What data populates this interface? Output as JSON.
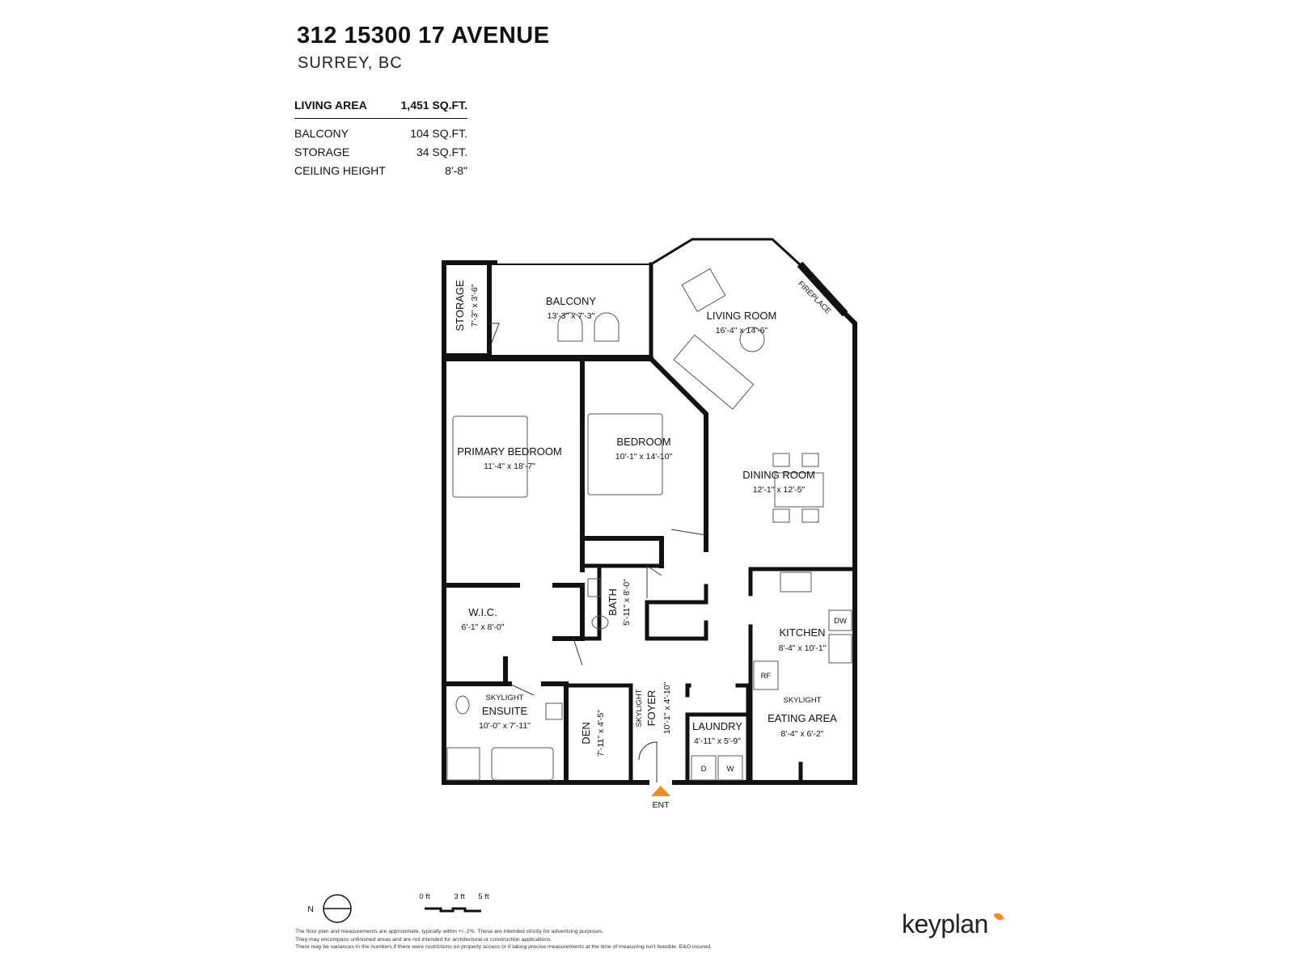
{
  "header": {
    "address": "312 15300 17 AVENUE",
    "city": "SURREY, BC"
  },
  "areas": {
    "living_label": "LIVING AREA",
    "living_value": "1,451 SQ.FT.",
    "rows": [
      {
        "label": "BALCONY",
        "value": "104 SQ.FT."
      },
      {
        "label": "STORAGE",
        "value": "34 SQ.FT."
      },
      {
        "label": "CEILING HEIGHT",
        "value": "8'-8\""
      }
    ]
  },
  "rooms": {
    "storage": {
      "name": "STORAGE",
      "dim": "7'-3\"  x  3'-6\""
    },
    "balcony": {
      "name": "BALCONY",
      "dim": "13'-3\"  x  7'-3\""
    },
    "living": {
      "name": "LIVING ROOM",
      "dim": "16'-4\"  x  14'-6\""
    },
    "fireplace": "FIREPLACE",
    "primary": {
      "name": "PRIMARY BEDROOM",
      "dim": "11'-4\"  x  18'-7\""
    },
    "bedroom": {
      "name": "BEDROOM",
      "dim": "10'-1\"  x 14'-10\""
    },
    "dining": {
      "name": "DINING ROOM",
      "dim": "12'-1\"  x  12'-5\""
    },
    "wic": {
      "name": "W.I.C.",
      "dim": "6'-1\" x 8'-0\""
    },
    "bath": {
      "name": "BATH",
      "dim": "5'-11\" x 8'-0\""
    },
    "kitchen": {
      "name": "KITCHEN",
      "dim": "8'-4\"  x  10'-1\""
    },
    "ensuite": {
      "name": "ENSUITE",
      "skylight": "SKYLIGHT",
      "dim": "10'-0\"  x  7'-11\""
    },
    "den": {
      "name": "DEN",
      "dim": "7'-11\"  x  4'-5\""
    },
    "foyer": {
      "name": "FOYER",
      "skylight": "SKYLIGHT",
      "dim": "10'-1\"  x  4'-10\""
    },
    "laundry": {
      "name": "LAUNDRY",
      "dim": "4'-11\" x  5'-9\""
    },
    "eating": {
      "name": "EATING AREA",
      "skylight": "SKYLIGHT",
      "dim": "8'-4\"  x  6'-2\""
    }
  },
  "appliances": {
    "dw": "DW",
    "rf": "RF",
    "dryer": "D",
    "washer": "W"
  },
  "entrance": "ENT",
  "compass": "N",
  "scale": {
    "zero": "0 ft",
    "three": "3 ft",
    "five": "5 ft"
  },
  "disclaimer": [
    "The floor plan and measurements are approximate, typically within +/- 2%. These are intended strictly for advertising purposes.",
    "They may encompass unfinished areas and are not intended for architectural or construction applications.",
    "There may be variances in the numbers if there were restrictions on property access or if taking precise measurements at the time of measuring isn't feasible. E&O insured."
  ],
  "brand": "keyplan",
  "colors": {
    "wall": "#111111",
    "accent": "#f08a24"
  }
}
